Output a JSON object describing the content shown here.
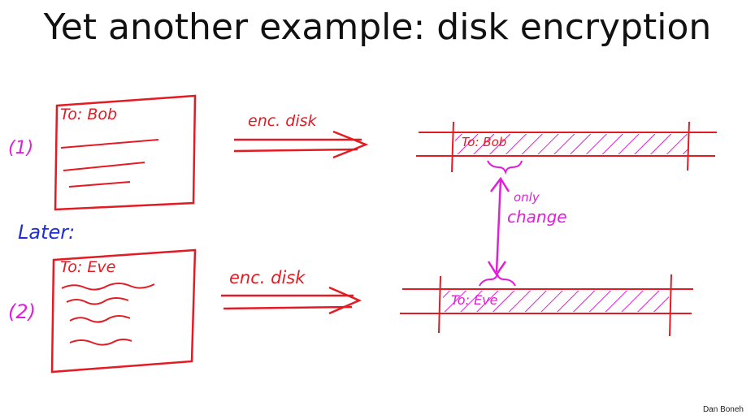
{
  "title": "Yet another example:  disk encryption",
  "footer": "Dan Boneh",
  "scenario1": {
    "marker": "(1)",
    "note_to": "To:  Bob",
    "arrow_label": "enc. disk",
    "block_text": "To: Bob"
  },
  "later_label": "Later:",
  "scenario2": {
    "marker": "(2)",
    "note_to": "To: Eve",
    "arrow_label": "enc. disk",
    "block_text": "To: Eve"
  },
  "change_label": {
    "line1": "only",
    "line2": "change"
  },
  "colors": {
    "red_ink": "#e31b23",
    "magenta_ink": "#e020d8",
    "blue_ink": "#1f2fd8"
  }
}
